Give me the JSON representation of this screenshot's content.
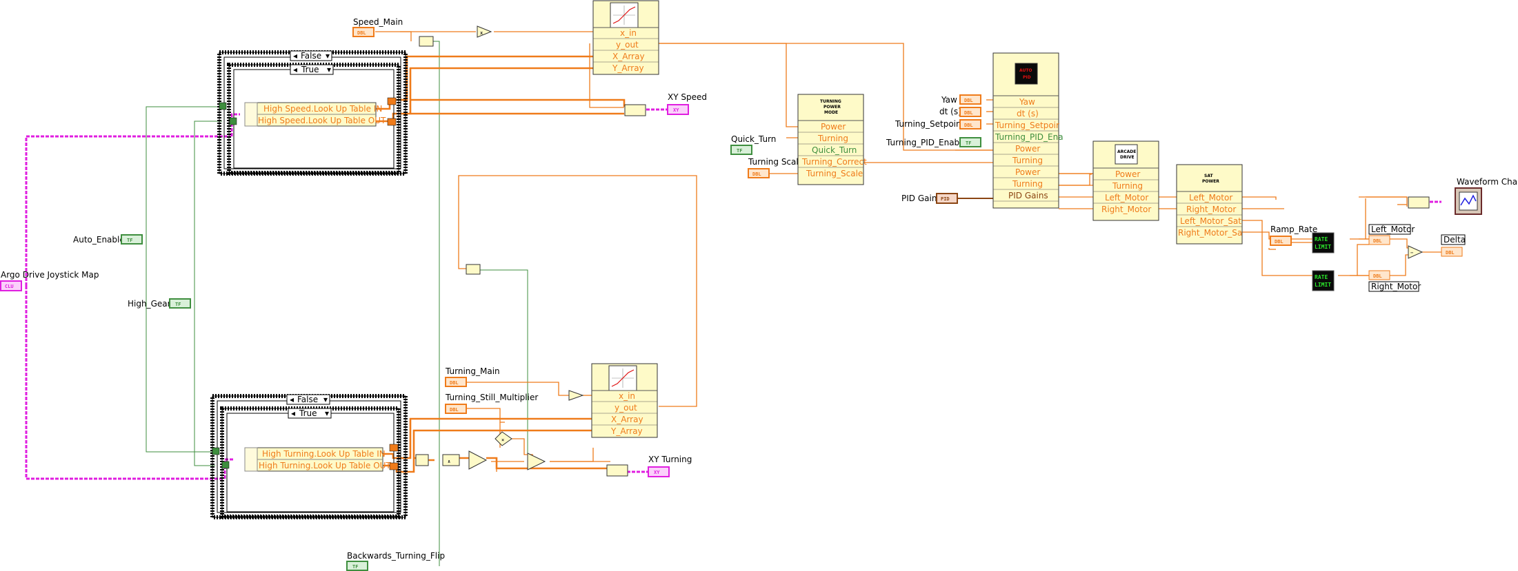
{
  "labels": {
    "speed_main": "Speed_Main",
    "turning_main": "Turning_Main",
    "turning_still_multiplier": "Turning_Still_Multiplier",
    "backwards_turning_flip": "Backwards_Turning_Flip",
    "auto_enable": "Auto_Enable",
    "high_gear": "High_Gear",
    "argo_drive_joystick_map": "Argo Drive Joystick Map",
    "xy_speed": "XY Speed",
    "xy_turning": "XY Turning",
    "quick_turn": "Quick_Turn",
    "turning_scale": "Turning Scale",
    "yaw": "Yaw",
    "dt": "dt (s)",
    "turning_setpoint": "Turning_Setpoint",
    "turning_pid_enable": "Turning_PID_Enable",
    "pid_gains": "PID Gains",
    "ramp_rate": "Ramp_Rate",
    "left_motor": "Left_Motor",
    "right_motor": "Right_Motor",
    "delta": "Delta",
    "waveform_chart": "Waveform Chart"
  },
  "case_structures": {
    "speed": {
      "outer_selector": "False",
      "inner_selector": "True",
      "pin_in": "High Speed.Look Up Table IN",
      "pin_out": "High Speed.Look Up Table OUT"
    },
    "turning": {
      "outer_selector": "False",
      "inner_selector": "True",
      "pin_in": "High Turning.Look Up Table IN",
      "pin_out": "High Turning.Look Up Table OUT"
    }
  },
  "subvis": {
    "lut_speed": {
      "pins": [
        "x_in",
        "y_out",
        "X_Array",
        "Y_Array"
      ]
    },
    "lut_turning": {
      "pins": [
        "x_in",
        "y_out",
        "X_Array",
        "Y_Array"
      ]
    },
    "turning_power_mode": {
      "title": [
        "TURNING",
        "POWER",
        "MODE"
      ],
      "pins": [
        "Power",
        "Turning",
        "Quick_Turn",
        "Turning_Correct",
        "Turning_Scale"
      ]
    },
    "auto_pid": {
      "title": [
        "AUTO",
        "PID"
      ],
      "pins": [
        "Yaw",
        "dt (s)",
        "Turning_Setpoir",
        "Turning_PID_Ena",
        "Power",
        "Turning",
        "Power",
        "Turning",
        "PID Gains"
      ]
    },
    "arcade_drive": {
      "title": [
        "ARCADE",
        "DRIVE"
      ],
      "pins": [
        "Power",
        "Turning",
        "Left_Motor",
        "Right_Motor"
      ]
    },
    "sat_power": {
      "title": [
        "SAT",
        "POWER"
      ],
      "pins": [
        "Left_Motor",
        "Right_Motor",
        "Left_Motor_Sat",
        "Right_Motor_Sa"
      ]
    }
  },
  "rate_limit": {
    "text": [
      "RATE",
      "LIMIT"
    ]
  },
  "terminal_text": {
    "dbl": "DBL",
    "tf": "TF",
    "xy": "XY",
    "cluster": "CLU",
    "pid": "PID"
  },
  "colors": {
    "dbl": "#ef7b1a",
    "bool": "#3e8e3e",
    "cluster": "#e01ee0",
    "subvi_bg": "#fefac8",
    "rate_limit_bg": "#0a0a0a",
    "rate_limit_text": "#2be82b",
    "pid_red": "#e01010"
  }
}
